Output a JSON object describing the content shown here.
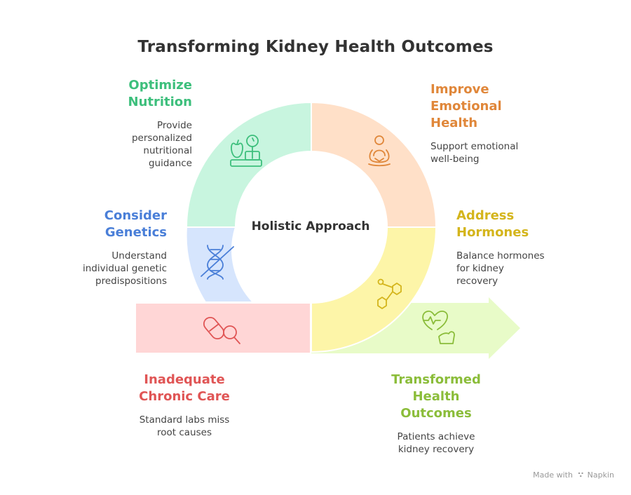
{
  "title": "Transforming Kidney Health Outcomes",
  "center": {
    "label": "Holistic Approach"
  },
  "segments": {
    "nutrition": {
      "heading": "Optimize\nNutrition",
      "description": "Provide\npersonalized\nnutritional\nguidance",
      "color": "#3dbf7c",
      "fill": "#c8f5df",
      "icon": "scale-apple-icon"
    },
    "emotional": {
      "heading": "Improve\nEmotional\nHealth",
      "description": "Support emotional\nwell-being",
      "color": "#e0873a",
      "fill": "#ffe0c8",
      "icon": "meditation-icon"
    },
    "genetics": {
      "heading": "Consider\nGenetics",
      "description": "Understand\nindividual genetic\npredispositions",
      "color": "#4a7fd8",
      "fill": "#d6e5fd",
      "icon": "dna-crossed-icon"
    },
    "hormones": {
      "heading": "Address\nHormones",
      "description": "Balance hormones\nfor kidney\nrecovery",
      "color": "#d4b51c",
      "fill": "#fdf5a8",
      "icon": "molecule-icon"
    },
    "chronic_care": {
      "heading": "Inadequate\nChronic Care",
      "description": "Standard labs miss\nroot causes",
      "color": "#e05555",
      "fill": "#ffd6d6",
      "icon": "pill-search-icon"
    },
    "outcomes": {
      "heading": "Transformed\nHealth\nOutcomes",
      "description": "Patients achieve\nkidney recovery",
      "color": "#8bbd3a",
      "fill": "#e8fbc8",
      "icon": "heart-strength-icon"
    }
  },
  "footer": {
    "made_with": "Made with",
    "brand": "Napkin"
  }
}
